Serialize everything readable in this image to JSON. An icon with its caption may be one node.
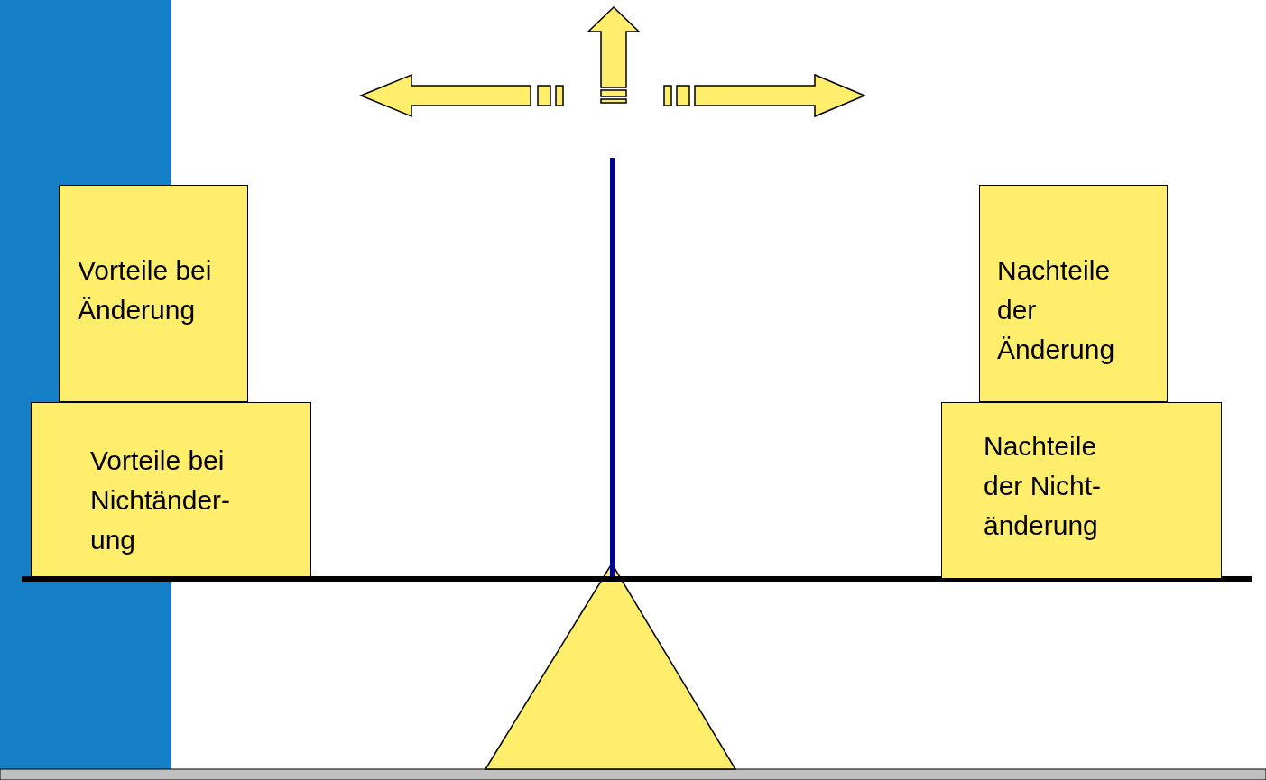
{
  "diagram": {
    "nodes": [
      {
        "text": [
          "Vorteile bei Änderung"
        ]
      },
      {
        "text": [
          "Vorteile bei Nichtänder-ung"
        ]
      },
      {
        "text": [
          "Nachteile der Änderung"
        ]
      },
      {
        "text": [
          "Nachteile der Nicht-änderung"
        ]
      }
    ]
  }
}
